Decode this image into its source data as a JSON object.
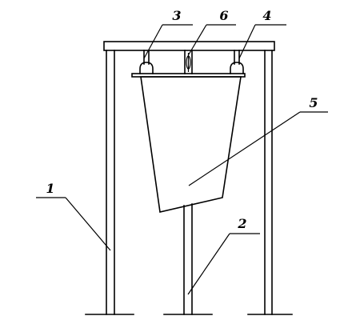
{
  "labels": {
    "frame": "1",
    "center_post": "2",
    "left_hook": "3",
    "right_hook": "4",
    "bag": "5",
    "center_connector": "6"
  }
}
